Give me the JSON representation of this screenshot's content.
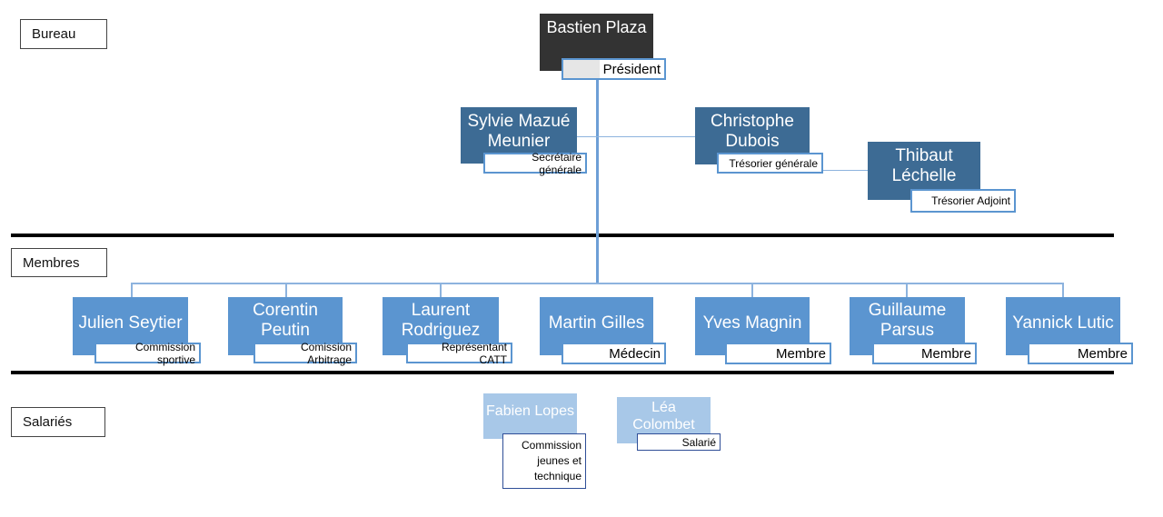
{
  "sections": {
    "bureau": "Bureau",
    "membres": "Membres",
    "salaries": "Salariés"
  },
  "bureau": {
    "president": {
      "name": "Bastien Plaza",
      "role": "Président"
    },
    "secretaire": {
      "name": "Sylvie Mazué Meunier",
      "role": "Secrétaire générale"
    },
    "tresorier": {
      "name": "Christophe Dubois",
      "role": "Trésorier générale"
    },
    "tresorier_adjoint": {
      "name": "Thibaut Léchelle",
      "role": "Trésorier Adjoint"
    }
  },
  "membres": [
    {
      "name": "Julien Seytier",
      "role": "Commission sportive"
    },
    {
      "name": "Corentin Peutin",
      "role": "Comission Arbitrage"
    },
    {
      "name": "Laurent Rodriguez",
      "role": "Représentant CATT"
    },
    {
      "name": "Martin Gilles",
      "role": "Médecin"
    },
    {
      "name": "Yves Magnin",
      "role": "Membre"
    },
    {
      "name": "Guillaume Parsus",
      "role": "Membre"
    },
    {
      "name": "Yannick Lutic",
      "role": "Membre"
    }
  ],
  "salaries": [
    {
      "name": "Fabien Lopes",
      "role": "Commission jeunes et technique"
    },
    {
      "name": "Léa Colombet",
      "role": "Salarié"
    }
  ],
  "colors": {
    "dark": "#333333",
    "navy": "#3d6b94",
    "mid_blue": "#5b95d0",
    "light_blue": "#a8c8e8",
    "connector": "#8db3de"
  }
}
